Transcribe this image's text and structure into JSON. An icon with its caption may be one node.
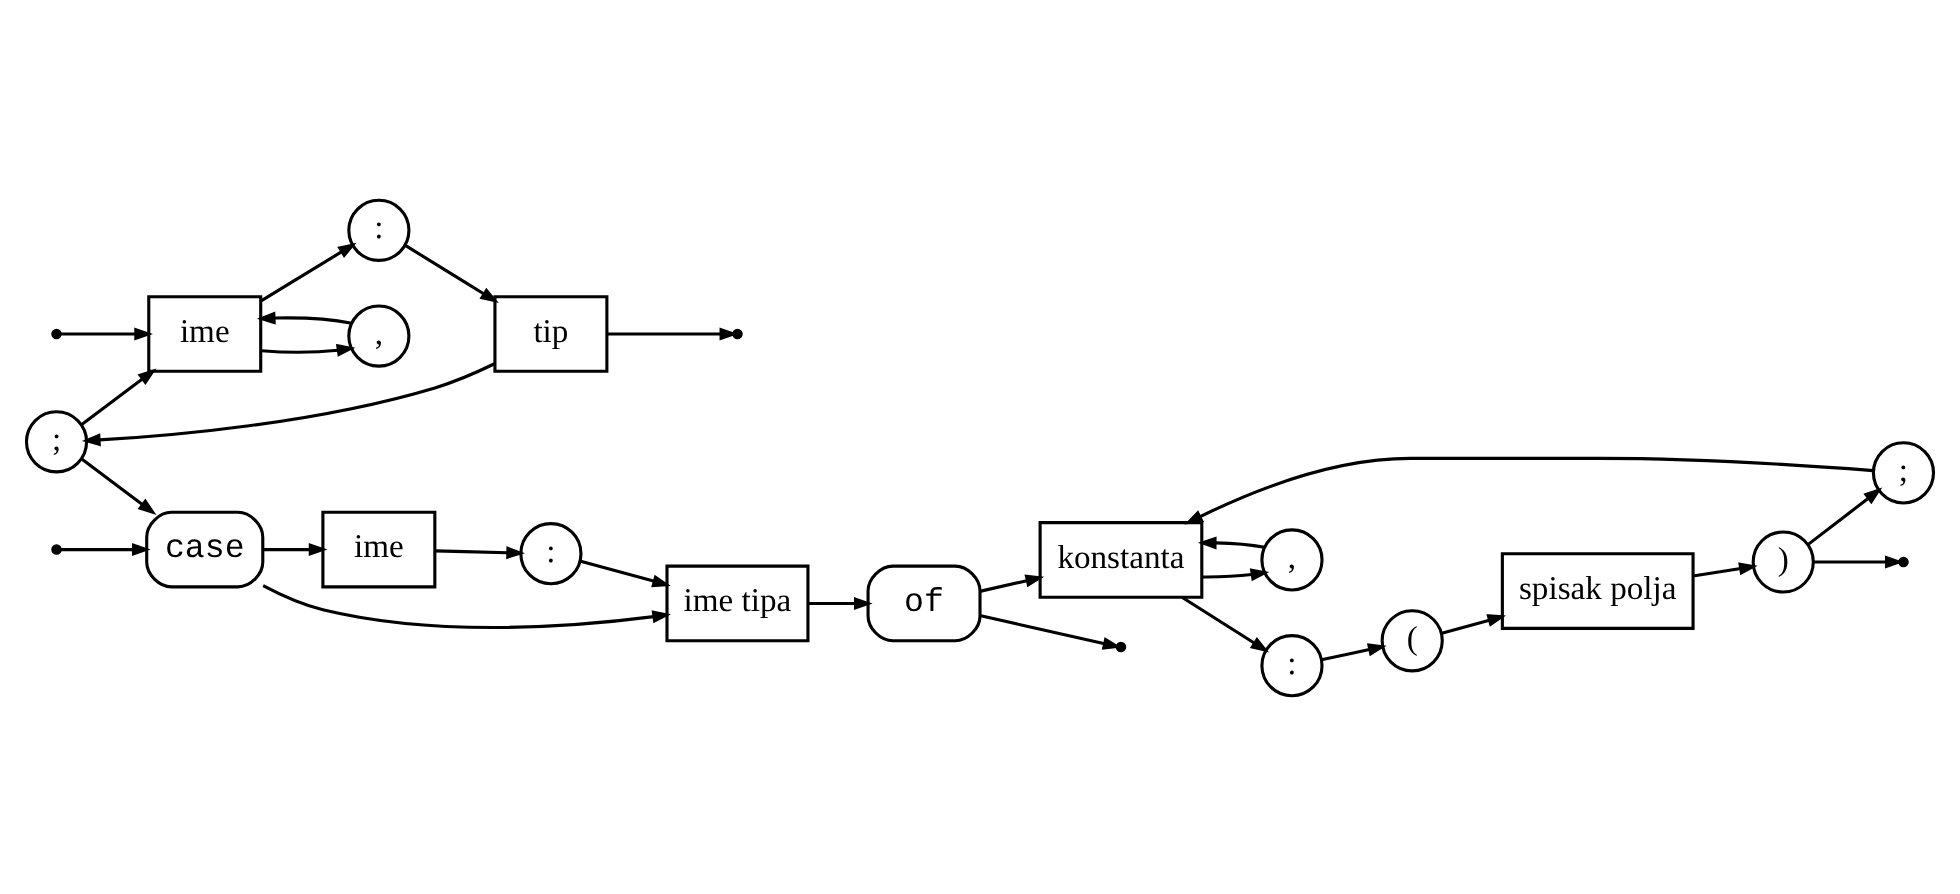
{
  "diagram": {
    "nodes": [
      {
        "text": [
          ";"
        ]
      },
      {
        "text": [
          ","
        ]
      },
      {
        "text": [
          "ime"
        ]
      },
      {
        "text": [
          ":"
        ]
      },
      {
        "text": [
          "tip"
        ]
      },
      {
        "text": [
          "case"
        ]
      },
      {
        "text": [
          "ime"
        ]
      },
      {
        "text": [
          ":"
        ]
      },
      {
        "text": [
          "ime tipa"
        ]
      },
      {
        "text": [
          "of"
        ]
      },
      {
        "text": [
          ";"
        ]
      },
      {
        "text": [
          ","
        ]
      },
      {
        "text": [
          "konstanta"
        ]
      },
      {
        "text": [
          ":"
        ]
      },
      {
        "text": [
          "("
        ]
      },
      {
        "text": [
          "spisak polja"
        ]
      },
      {
        "text": [
          ")"
        ]
      }
    ],
    "edges": [
      {
        "from": null,
        "to": 2,
        "arrow": "to"
      },
      {
        "from": null,
        "to": 5,
        "arrow": "to"
      },
      {
        "from": 2,
        "to": 1,
        "arrow": "to"
      },
      {
        "from": 1,
        "to": 2,
        "arrow": "to"
      },
      {
        "from": 2,
        "to": 3,
        "arrow": "to"
      },
      {
        "from": 3,
        "to": 4,
        "arrow": "to"
      },
      {
        "from": 4,
        "to": 0,
        "arrow": "to"
      },
      {
        "from": 0,
        "to": 2,
        "arrow": "to"
      },
      {
        "from": 0,
        "to": 5,
        "arrow": "to"
      },
      {
        "from": 4,
        "to": null,
        "arrow": "to"
      },
      {
        "from": 5,
        "to": 6,
        "arrow": "to"
      },
      {
        "from": 5,
        "to": 8,
        "arrow": "to"
      },
      {
        "from": 6,
        "to": 7,
        "arrow": "to"
      },
      {
        "from": 7,
        "to": 8,
        "arrow": "to"
      },
      {
        "from": 8,
        "to": 9,
        "arrow": "to"
      },
      {
        "from": 9,
        "to": null,
        "arrow": "to"
      },
      {
        "from": 9,
        "to": 12,
        "arrow": "to"
      },
      {
        "from": 12,
        "to": 11,
        "arrow": "to"
      },
      {
        "from": 11,
        "to": 12,
        "arrow": "to"
      },
      {
        "from": 12,
        "to": 13,
        "arrow": "to"
      },
      {
        "from": 13,
        "to": 14,
        "arrow": "to"
      },
      {
        "from": 14,
        "to": 15,
        "arrow": "to"
      },
      {
        "from": 15,
        "to": 16,
        "arrow": "to"
      },
      {
        "from": 16,
        "to": 10,
        "arrow": "to"
      },
      {
        "from": 10,
        "to": 12,
        "arrow": "to"
      },
      {
        "from": 16,
        "to": null,
        "arrow": "to"
      }
    ]
  }
}
